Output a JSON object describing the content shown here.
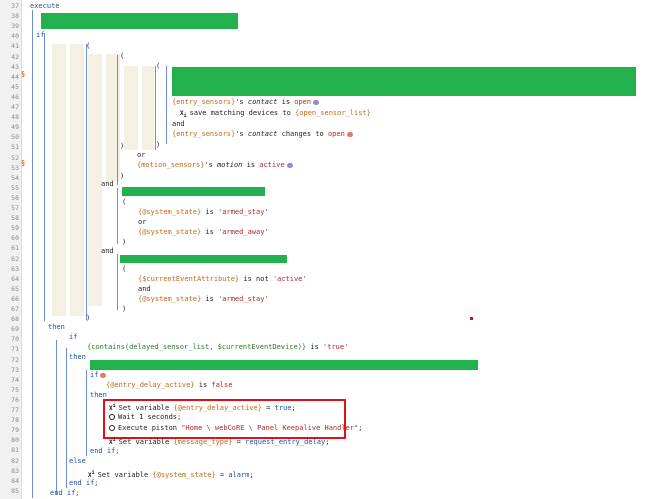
{
  "line_numbers": [
    "37",
    "38",
    "39",
    "40",
    "41",
    "42",
    "43",
    "44",
    "45",
    "46",
    "47",
    "48",
    "49",
    "50",
    "51",
    "52",
    "53",
    "54",
    "55",
    "56",
    "57",
    "58",
    "59",
    "60",
    "61",
    "62",
    "63",
    "64",
    "65",
    "66",
    "67",
    "68",
    "69",
    "70",
    "71",
    "72",
    "73",
    "74",
    "75",
    "76",
    "77",
    "78",
    "79",
    "80",
    "81",
    "82",
    "83",
    "84",
    "85"
  ],
  "l37": "execute",
  "l40": "if",
  "l41": "(",
  "l42": "(",
  "l43": "(",
  "l45_var": "{entry_sensors}",
  "l45_mid": "'s ",
  "l45_attr": "contact",
  "l45_op": " is ",
  "l45_val": "open",
  "l46_text": "save matching devices to ",
  "l46_var": "{open_sensor_list}",
  "l47": "and",
  "l48_var": "{entry_sensors}",
  "l48_mid": "'s ",
  "l48_attr": "contact",
  "l48_op": " changes to ",
  "l48_val": "open",
  "l49": ")",
  "l50": ")",
  "l51": "or",
  "l52_var": "{motion_sensors}",
  "l52_mid": "'s ",
  "l52_attr": "motion",
  "l52_op": " is ",
  "l52_val": "active",
  "l53": ")",
  "l54": "and",
  "l56": "(",
  "l57_var": "{@system_state}",
  "l57_op": " is ",
  "l57_val": "'armed_stay'",
  "l58": "or",
  "l59_var": "{@system_state}",
  "l59_op": " is ",
  "l59_val": "'armed_away'",
  "l60": ")",
  "l61": "and",
  "l63": "(",
  "l64_var": "{$currentEventAttribute}",
  "l64_op": " is not ",
  "l64_val": "'active'",
  "l65": "and",
  "l66_var": "{@system_state}",
  "l66_op": " is ",
  "l66_val": "'armed_stay'",
  "l67": ")",
  "l68": ")",
  "l69": "then",
  "l70": "if",
  "l71_fn": "{contains(delayed_sensor_list, $currentEventDevice)}",
  "l71_op": " is ",
  "l71_val": "'true'",
  "l72": "then",
  "l74": "if",
  "l75_var": "{@entry_delay_active}",
  "l75_op": " is ",
  "l75_val": "false",
  "l76": "then",
  "l77_text": "Set variable ",
  "l77_var": "{@entry_delay_active}",
  "l77_op": " = ",
  "l77_val": "true",
  "l77_end": ";",
  "l78_text": "Wait 1 seconds;",
  "l79_text": "Execute piston ",
  "l79_val": "\"Home \\ webCoRE \\ Panel Keepalive Handler\"",
  "l79_end": ";",
  "l80_text": "Set variable ",
  "l80_var": "{message_type}",
  "l80_op": " = ",
  "l80_val": "request_entry_delay",
  "l80_end": ";",
  "l81": "end if;",
  "l82": "else",
  "l83_text": "Set variable ",
  "l83_var": "{@system_state}",
  "l83_op": " = ",
  "l83_val": "alarm",
  "l83_end": ";",
  "l84": "end if;",
  "l85": "end if;",
  "marks": {
    "m44": "§",
    "m51": "§"
  },
  "icons": {
    "set_variable": "x-variable-icon",
    "wait": "clock-icon",
    "execute": "clock-icon"
  },
  "colors": {
    "redacted": "#22b14c",
    "highlight_box": "#e0101a",
    "keyword": "#1f4fa8",
    "variable": "#c26a1a",
    "string": "#b22a2a"
  }
}
